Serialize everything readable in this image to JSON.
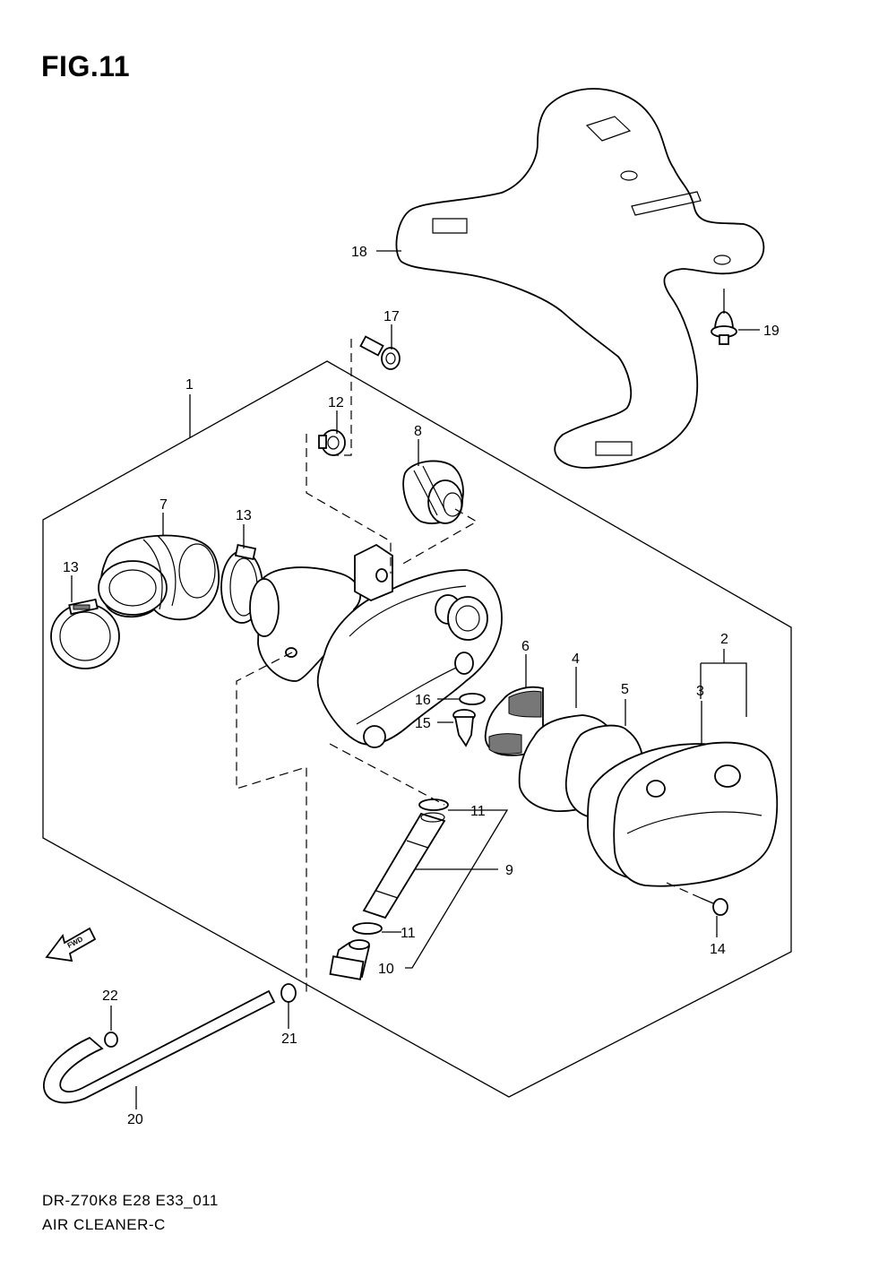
{
  "figure": {
    "title": "FIG.11",
    "model_code": "DR-Z70K8 E28 E33_011",
    "assembly_name": "AIR CLEANER-C"
  },
  "callouts": [
    {
      "id": "c1",
      "label": "1"
    },
    {
      "id": "c2",
      "label": "2"
    },
    {
      "id": "c3",
      "label": "3"
    },
    {
      "id": "c4",
      "label": "4"
    },
    {
      "id": "c5",
      "label": "5"
    },
    {
      "id": "c6",
      "label": "6"
    },
    {
      "id": "c7",
      "label": "7"
    },
    {
      "id": "c8",
      "label": "8"
    },
    {
      "id": "c9",
      "label": "9"
    },
    {
      "id": "c10",
      "label": "10"
    },
    {
      "id": "c11a",
      "label": "11"
    },
    {
      "id": "c11b",
      "label": "11"
    },
    {
      "id": "c12",
      "label": "12"
    },
    {
      "id": "c13a",
      "label": "13"
    },
    {
      "id": "c13b",
      "label": "13"
    },
    {
      "id": "c14",
      "label": "14"
    },
    {
      "id": "c15",
      "label": "15"
    },
    {
      "id": "c16",
      "label": "16"
    },
    {
      "id": "c17",
      "label": "17"
    },
    {
      "id": "c18",
      "label": "18"
    },
    {
      "id": "c19",
      "label": "19"
    },
    {
      "id": "c20",
      "label": "20"
    },
    {
      "id": "c21",
      "label": "21"
    },
    {
      "id": "c22",
      "label": "22"
    }
  ],
  "direction_marker": {
    "label": "FWD"
  }
}
